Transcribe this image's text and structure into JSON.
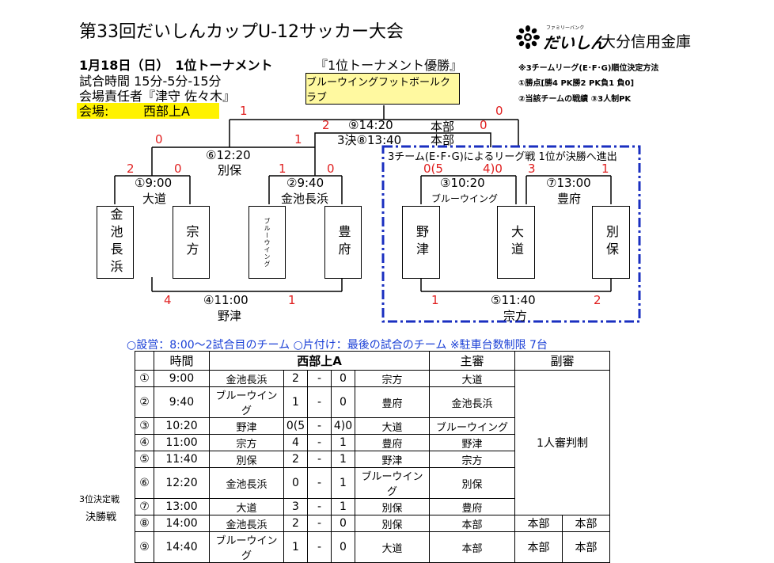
{
  "title": "第33回だいしんカップU-12サッカー大会",
  "sponsor": {
    "brand": "だいしん",
    "name": "大分信用金庫",
    "kana": "ファミリーバンク"
  },
  "info": {
    "date_line": "1月18日（日）　1位トーナメント",
    "time_line": "試合時間  15分-5分-15分",
    "manager_line": "会場責任者『津守  佐々木』",
    "venue_label": "会場:",
    "venue_name": "西部上A"
  },
  "tournament": {
    "heading": "『1位トーナメント優勝』",
    "winner": "ブルーウイングフットボールクラブ"
  },
  "rules": {
    "title": "※3チームリーグ(E･F･G)順位決定方法",
    "line1": "①勝点[勝4  PK勝2  PK負1  負0]",
    "line2": "②当該チームの戦績 ③3人制PK"
  },
  "bracket": {
    "final_match": "⑨14:20",
    "third_match": "3決⑧13:40",
    "final_ref": "本部",
    "third_ref": "本部",
    "final_left_score": "1",
    "final_right_score": "0",
    "third_left_score": "2",
    "third_right_score": "0",
    "semi_match": "⑥12:20",
    "semi_ref": "別保",
    "semi_left_score": "0",
    "semi_right_score": "1",
    "m1": "①9:00",
    "m1_ref": "大道",
    "m1_left": "2",
    "m1_right": "0",
    "m2": "②9:40",
    "m2_ref": "金池長浜",
    "m2_left": "1",
    "m2_right": "0",
    "m4": "④11:00",
    "m4_ref": "野津",
    "m4_left": "4",
    "m4_right": "1",
    "league_title": "3チーム(E･F･G)によるリーグ戦  1位が決勝へ進出",
    "m3": "③10:20",
    "m3_ref": "ブルーウイング",
    "m3_left": "0(5",
    "m3_right": "4)0",
    "m7": "⑦13:00",
    "m7_ref": "豊府",
    "m7_left": "3",
    "m7_right": "1",
    "m5": "⑤11:40",
    "m5_ref": "宗方",
    "m5_left": "1",
    "m5_right": "2",
    "teams": [
      "金池長浜",
      "宗方",
      "ブルーウイング",
      "豊府",
      "野津",
      "大道",
      "別保"
    ]
  },
  "notice": "○設営：8:00～2試合目のチーム  ○片付け：最後の試合のチーム  ※駐車台数制限  7台",
  "table": {
    "h_time": "時間",
    "h_venue": "西部上A",
    "h_main_ref": "主審",
    "h_sub_ref": "副審",
    "sub_ref_note": "1人審判制",
    "label_third": "3位決定戦",
    "label_final": "決勝戦",
    "rows": [
      {
        "no": "①",
        "time": "9:00",
        "home": "金池長浜",
        "hs": "2",
        "dash": "-",
        "as": "0",
        "away": "宗方",
        "ref": "大道",
        "sub1": "",
        "sub2": ""
      },
      {
        "no": "②",
        "time": "9:40",
        "home": "ブルーウイング",
        "hs": "1",
        "dash": "-",
        "as": "0",
        "away": "豊府",
        "ref": "金池長浜",
        "sub1": "",
        "sub2": ""
      },
      {
        "no": "③",
        "time": "10:20",
        "home": "野津",
        "hs": "0(5",
        "dash": "-",
        "as": "4)0",
        "away": "大道",
        "ref": "ブルーウイング",
        "sub1": "",
        "sub2": ""
      },
      {
        "no": "④",
        "time": "11:00",
        "home": "宗方",
        "hs": "4",
        "dash": "-",
        "as": "1",
        "away": "豊府",
        "ref": "野津",
        "sub1": "",
        "sub2": ""
      },
      {
        "no": "⑤",
        "time": "11:40",
        "home": "別保",
        "hs": "2",
        "dash": "-",
        "as": "1",
        "away": "野津",
        "ref": "宗方",
        "sub1": "",
        "sub2": ""
      },
      {
        "no": "⑥",
        "time": "12:20",
        "home": "金池長浜",
        "hs": "0",
        "dash": "-",
        "as": "1",
        "away": "ブルーウイング",
        "ref": "別保",
        "sub1": "",
        "sub2": ""
      },
      {
        "no": "⑦",
        "time": "13:00",
        "home": "大道",
        "hs": "3",
        "dash": "-",
        "as": "1",
        "away": "別保",
        "ref": "豊府",
        "sub1": "",
        "sub2": ""
      },
      {
        "no": "⑧",
        "time": "14:00",
        "home": "金池長浜",
        "hs": "2",
        "dash": "-",
        "as": "0",
        "away": "別保",
        "ref": "本部",
        "sub1": "本部",
        "sub2": "本部"
      },
      {
        "no": "⑨",
        "time": "14:40",
        "home": "ブルーウイング",
        "hs": "1",
        "dash": "-",
        "as": "0",
        "away": "大道",
        "ref": "本部",
        "sub1": "本部",
        "sub2": "本部"
      }
    ]
  },
  "colors": {
    "score": "#e02020",
    "notice": "#1a3fd6",
    "highlight": "#fff200",
    "winner_bg": "#fff9a0",
    "dash_box": "#1a2fc0"
  }
}
